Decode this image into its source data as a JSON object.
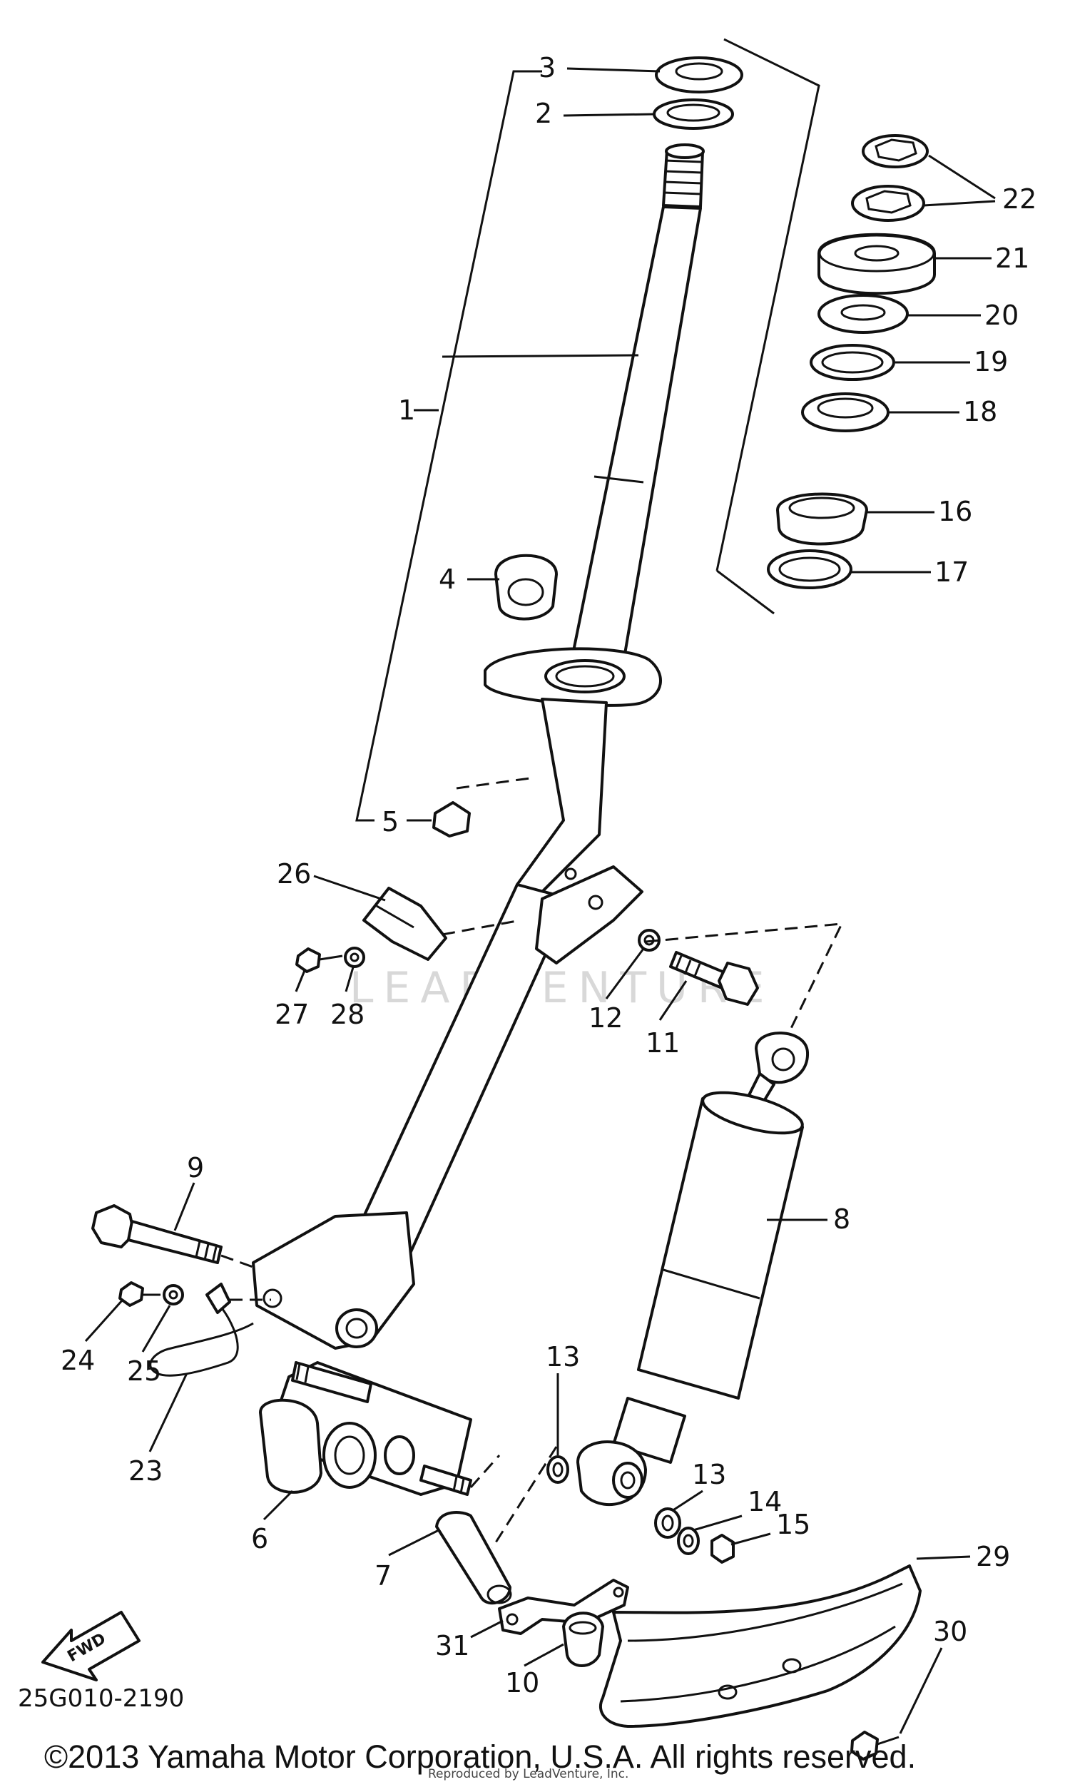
{
  "diagram": {
    "part_code": "25G010-2190",
    "copyright": "©2013 Yamaha Motor Corporation, U.S.A. All rights reserved.",
    "reproduced_note": "Reproduced by LeadVenture, Inc.",
    "watermark": "LEADVENTURE",
    "fwd_label": "FWD",
    "callouts": {
      "c1": "1",
      "c2": "2",
      "c3": "3",
      "c4": "4",
      "c5": "5",
      "c6": "6",
      "c7": "7",
      "c8": "8",
      "c9": "9",
      "c10": "10",
      "c11": "11",
      "c12": "12",
      "c13a": "13",
      "c13b": "13",
      "c14": "14",
      "c15": "15",
      "c16": "16",
      "c17": "17",
      "c18": "18",
      "c19": "19",
      "c20": "20",
      "c21": "21",
      "c22": "22",
      "c23": "23",
      "c24": "24",
      "c25": "25",
      "c26": "26",
      "c27": "27",
      "c28": "28",
      "c29": "29",
      "c30": "30",
      "c31": "31"
    }
  }
}
